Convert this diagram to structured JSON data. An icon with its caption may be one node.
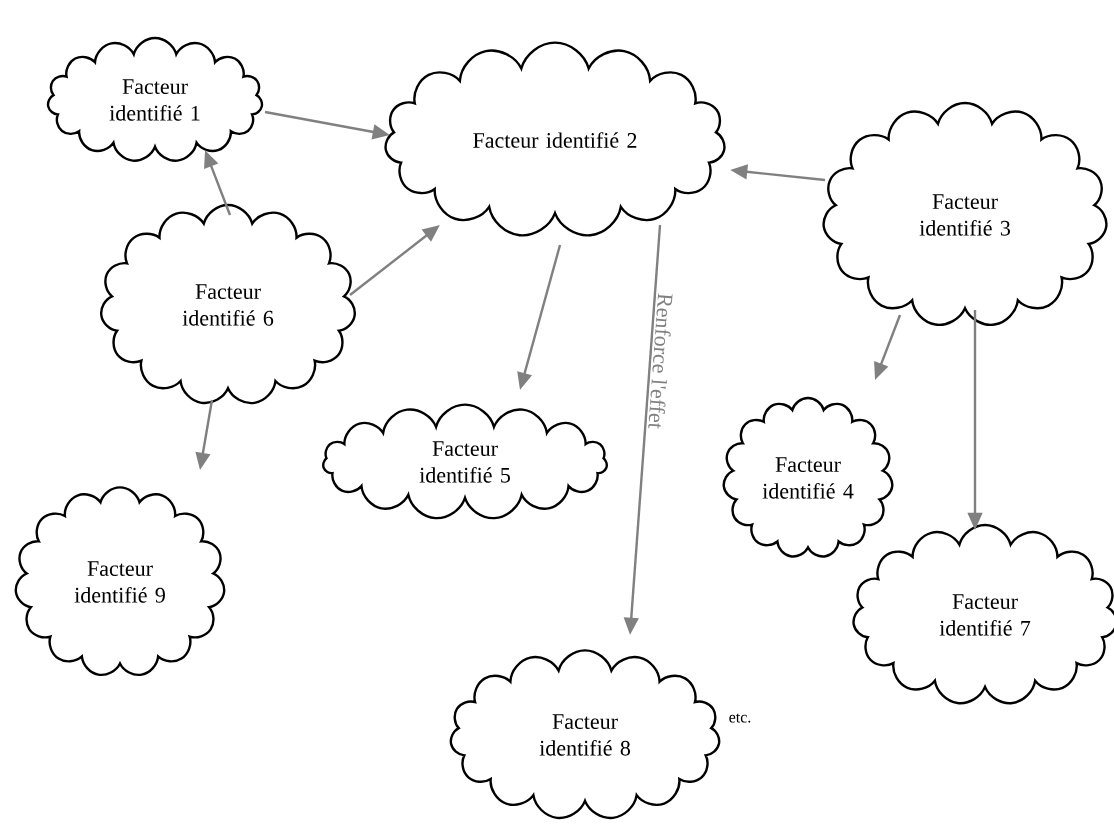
{
  "diagram": {
    "nodes": [
      {
        "text": [
          "Facteur identifié 1"
        ]
      },
      {
        "text": [
          "Facteur identifié 2"
        ]
      },
      {
        "text": [
          "Facteur identifié 3"
        ]
      },
      {
        "text": [
          "Facteur identifié 6"
        ]
      },
      {
        "text": [
          "Facteur identifié 5"
        ]
      },
      {
        "text": [
          "Facteur identifié 4"
        ]
      },
      {
        "text": [
          "Facteur identifié 9"
        ]
      },
      {
        "text": [
          "Facteur identifié 7"
        ]
      },
      {
        "text": [
          "Facteur identifié 8"
        ]
      }
    ],
    "edges": [
      {
        "from": 0,
        "to": 1,
        "arrow": "to"
      },
      {
        "from": 3,
        "to": 0,
        "arrow": "to"
      },
      {
        "from": 3,
        "to": 1,
        "arrow": "to"
      },
      {
        "from": 2,
        "to": 1,
        "arrow": "to"
      },
      {
        "from": 1,
        "to": 4,
        "arrow": "to"
      },
      {
        "from": 1,
        "to": 8,
        "arrow": "to",
        "label": "Renforce l'effet"
      },
      {
        "from": 2,
        "to": 5,
        "arrow": "to"
      },
      {
        "from": 2,
        "to": 7,
        "arrow": "to"
      },
      {
        "from": 3,
        "to": 6,
        "arrow": "to"
      }
    ],
    "labels": [
      "etc."
    ]
  }
}
